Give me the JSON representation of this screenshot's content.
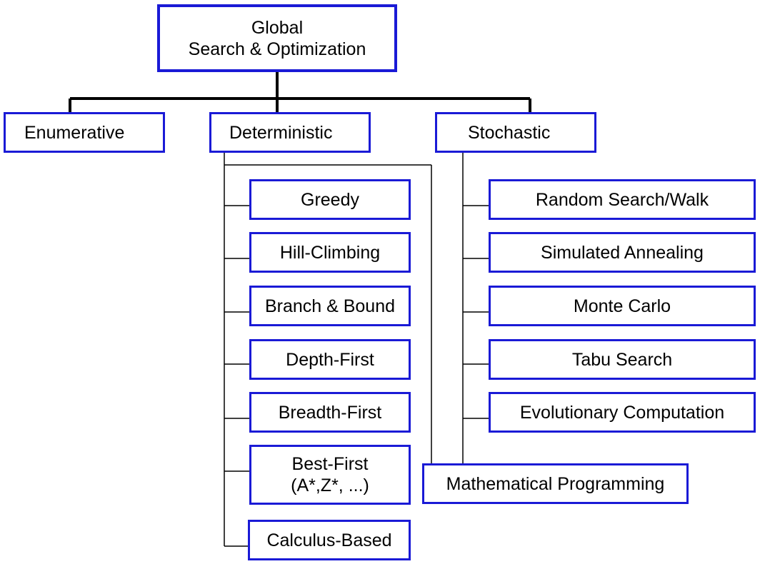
{
  "diagram": {
    "root": {
      "label": "Global\nSearch & Optimization"
    },
    "categories": [
      {
        "label": "Enumerative"
      },
      {
        "label": "Deterministic"
      },
      {
        "label": "Stochastic"
      }
    ],
    "deterministic_methods": [
      {
        "label": "Greedy"
      },
      {
        "label": "Hill-Climbing"
      },
      {
        "label": "Branch & Bound"
      },
      {
        "label": "Depth-First"
      },
      {
        "label": "Breadth-First"
      },
      {
        "label": "Best-First\n(A*,Z*, ...)"
      },
      {
        "label": "Calculus-Based"
      }
    ],
    "stochastic_methods": [
      {
        "label": "Random Search/Walk"
      },
      {
        "label": "Simulated Annealing"
      },
      {
        "label": "Monte Carlo"
      },
      {
        "label": "Tabu Search"
      },
      {
        "label": "Evolutionary Computation"
      }
    ],
    "shared": {
      "label": "Mathematical Programming"
    },
    "colors": {
      "box_border": "#1a1ad6",
      "connector": "#000000"
    }
  }
}
